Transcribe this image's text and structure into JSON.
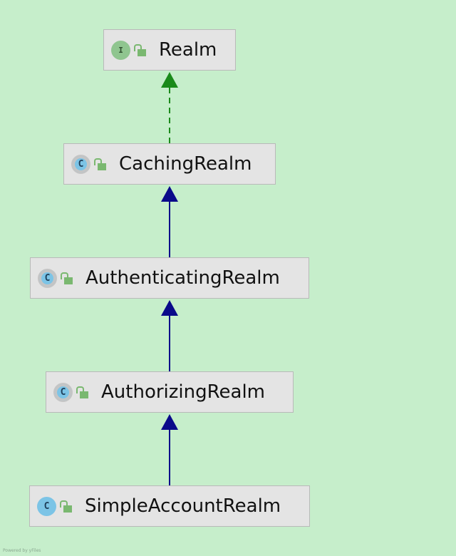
{
  "diagram": {
    "type": "class-hierarchy",
    "nodes": [
      {
        "id": "realm",
        "label": "Realm",
        "kind": "interface",
        "kind_letter": "I",
        "icon": "interface-icon"
      },
      {
        "id": "caching",
        "label": "CachingRealm",
        "kind": "abstract",
        "kind_letter": "C",
        "icon": "abstract-class-icon"
      },
      {
        "id": "authenticating",
        "label": "AuthenticatingRealm",
        "kind": "abstract",
        "kind_letter": "C",
        "icon": "abstract-class-icon"
      },
      {
        "id": "authorizing",
        "label": "AuthorizingRealm",
        "kind": "abstract",
        "kind_letter": "C",
        "icon": "abstract-class-icon"
      },
      {
        "id": "simpleaccount",
        "label": "SimpleAccountRealm",
        "kind": "class",
        "kind_letter": "C",
        "icon": "class-icon"
      }
    ],
    "edges": [
      {
        "from": "caching",
        "to": "realm",
        "type": "implements",
        "style": "dashed",
        "color": "#1a8a1a"
      },
      {
        "from": "authenticating",
        "to": "caching",
        "type": "extends",
        "style": "solid",
        "color": "#0a0a8a"
      },
      {
        "from": "authorizing",
        "to": "authenticating",
        "type": "extends",
        "style": "solid",
        "color": "#0a0a8a"
      },
      {
        "from": "simpleaccount",
        "to": "authorizing",
        "type": "extends",
        "style": "solid",
        "color": "#0a0a8a"
      }
    ]
  },
  "colors": {
    "background": "#c6eecb",
    "node_fill": "#e4e4e4",
    "implements_arrow": "#1a8a1a",
    "extends_arrow": "#0a0a8a"
  },
  "watermark": "Powered by yFiles"
}
